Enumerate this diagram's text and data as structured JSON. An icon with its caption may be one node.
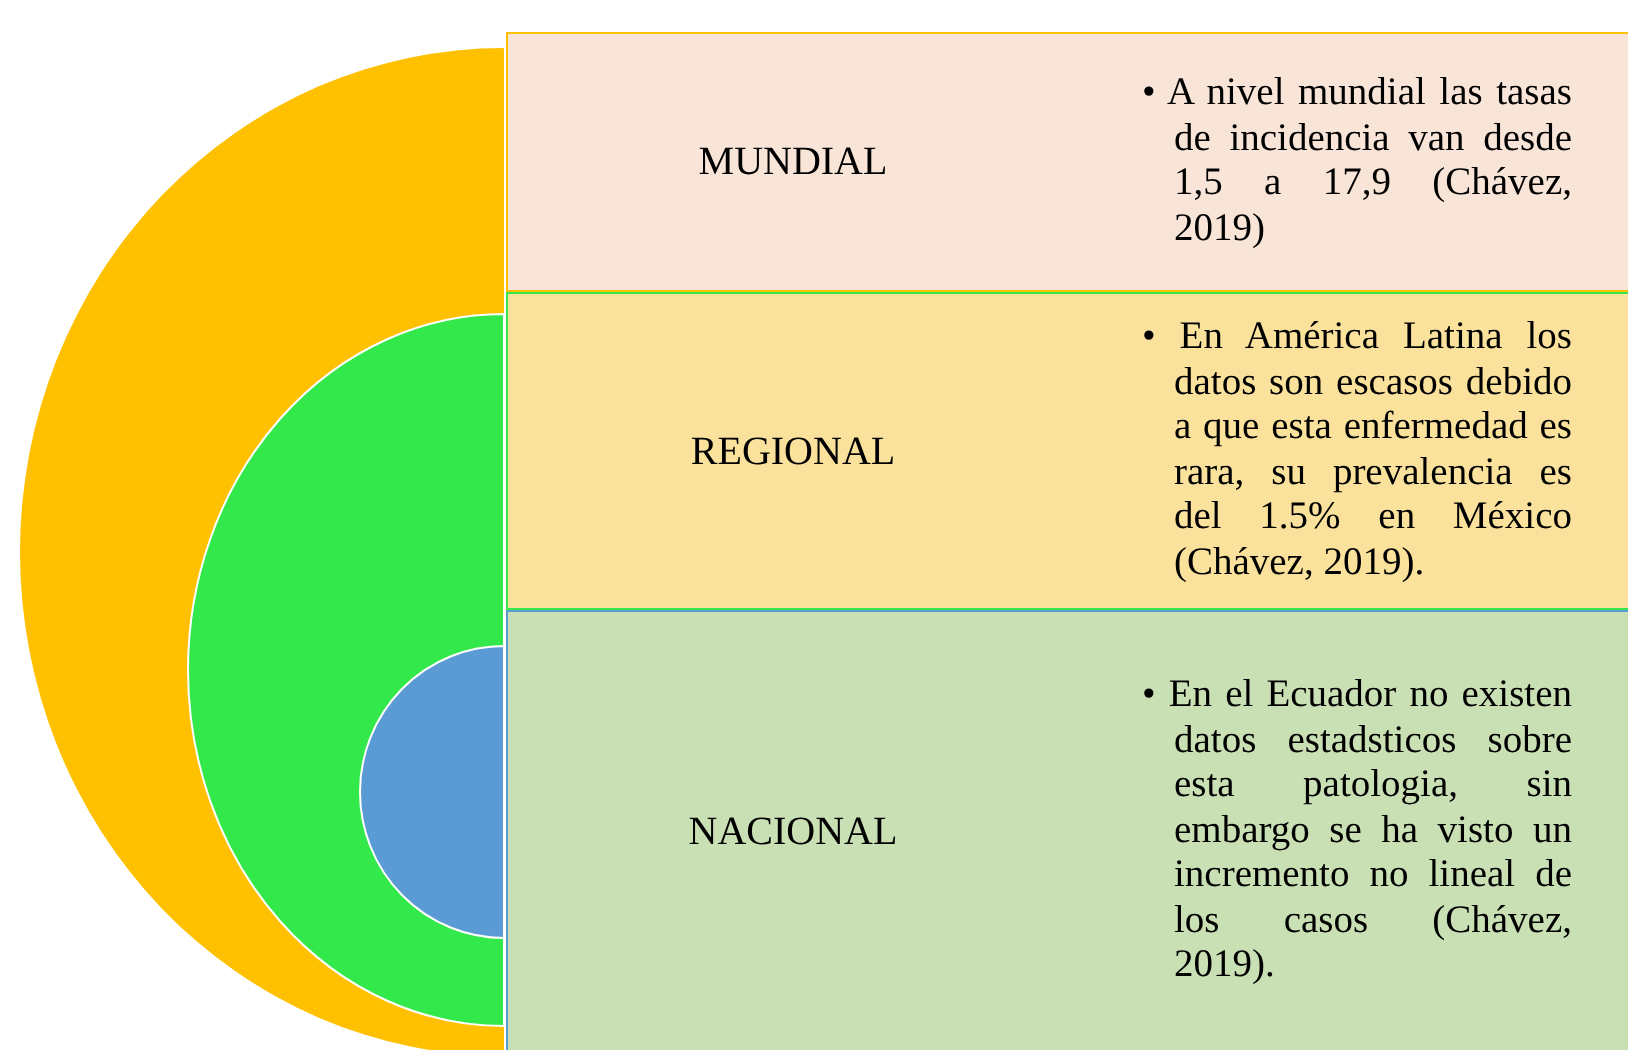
{
  "diagram": {
    "nodes": [
      {
        "text": [
          "MUNDIAL",
          "• A nivel mundial las tasas de incidencia van desde 1,5 a 17,9 (Chávez, 2019)"
        ]
      },
      {
        "text": [
          "REGIONAL",
          "• En América Latina los datos son escasos debido a que esta enfermedad es rara, su prevalencia es del 1.5% en México (Chávez, 2019)."
        ]
      },
      {
        "text": [
          "NACIONAL",
          "• En el Ecuador no existen datos estadsticos sobre esta patologia, sin embargo se ha visto un incremento no lineal de los casos (Chávez, 2019)."
        ]
      }
    ]
  }
}
